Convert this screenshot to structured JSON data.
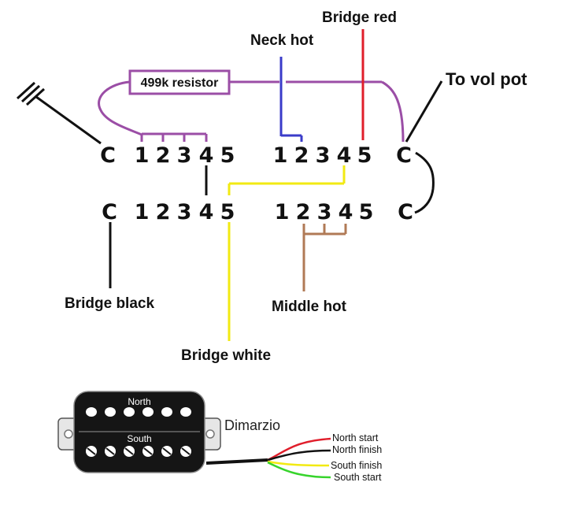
{
  "labels": {
    "bridge_red": "Bridge red",
    "neck_hot": "Neck hot",
    "to_vol_pot": "To vol pot",
    "resistor": "499k resistor",
    "bridge_black": "Bridge black",
    "middle_hot": "Middle hot",
    "bridge_white": "Bridge white"
  },
  "switch": {
    "top_left": [
      "C",
      "1",
      "2",
      "3",
      "4",
      "5"
    ],
    "top_right": [
      "1",
      "2",
      "3",
      "4",
      "5",
      "C"
    ],
    "bottom_left": [
      "C",
      "1",
      "2",
      "3",
      "4",
      "5"
    ],
    "bottom_right": [
      "1",
      "2",
      "3",
      "4",
      "5",
      "C"
    ]
  },
  "pickup": {
    "brand": "Dimarzio",
    "north": "North",
    "south": "South",
    "wires": [
      "North start",
      "North finish",
      "South finish",
      "South start"
    ]
  },
  "colors": {
    "purple": "#9b4ea6",
    "blue": "#3a3bc9",
    "red": "#e01e2b",
    "yellow": "#f2ea12",
    "brown": "#b07a56",
    "black": "#111111",
    "green": "#37d42c"
  }
}
